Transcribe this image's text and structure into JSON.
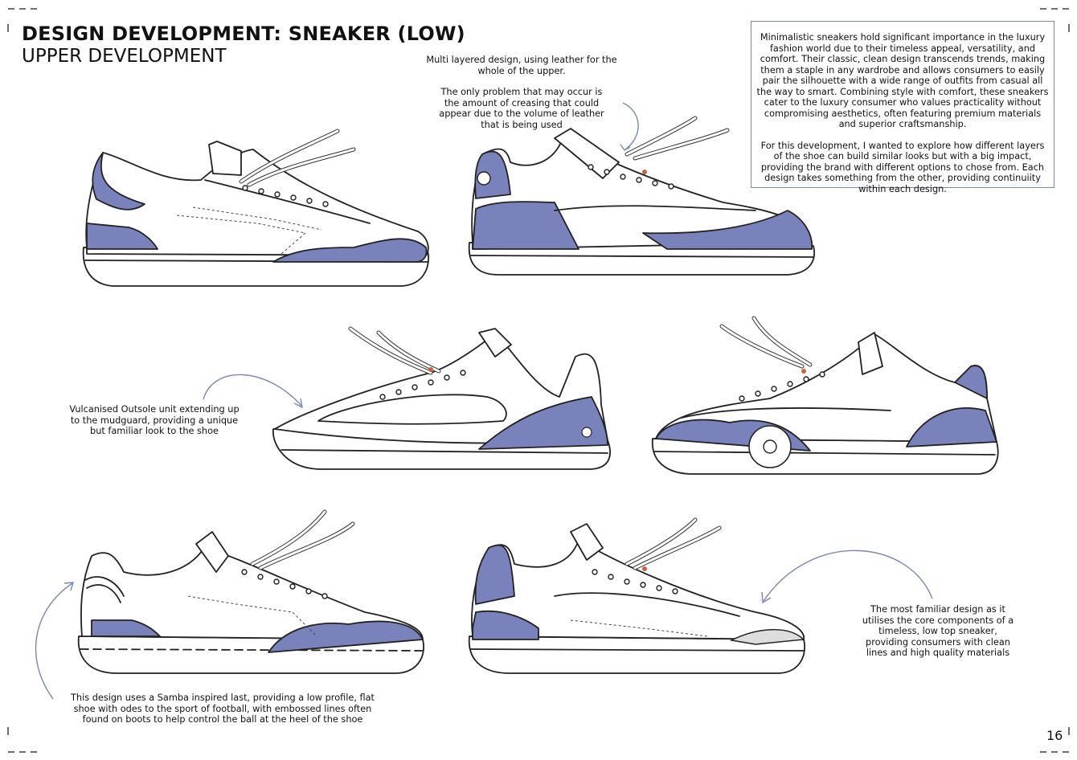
{
  "title": "DESIGN DEVELOPMENT: SNEAKER (LOW)",
  "subtitle": "UPPER DEVELOPMENT",
  "notes": {
    "multi_layer": {
      "line1": "Multi layered design, using leather for the whole of the upper.",
      "line2": "The only problem that may occur is the amount of creasing that could appear due to the volume of leather that is being used"
    },
    "vulcanised": "Vulcanised Outsole unit extending up to the mudguard, providing a unique but familiar look to the shoe",
    "familiar": "The most familiar design as it utilises the core components of a timeless, low top sneaker, providing consumers with clean lines and high quality materials",
    "samba": "This design uses a Samba inspired last, providing a low profile, flat shoe with odes to the sport of football, with embossed lines often found on boots to help control the ball at the heel of the shoe"
  },
  "infobox": {
    "paragraph1": "Minimalistic sneakers hold significant importance in the luxury fashion world due to their timeless appeal, versatility, and comfort. Their classic, clean design transcends trends, making them a staple in any wardrobe and allows consumers to easily pair the silhouette with a wide range of outfits from casual all the way to smart. Combining style with comfort, these sneakers cater to the luxury consumer who values practicality without compromising aesthetics, often featuring premium materials and superior craftsmanship.",
    "paragraph2": "For this development, I wanted to explore how different layers of the shoe can build similar looks but with a big impact, providing the brand with different options to chose from. Each design takes something from the other, providing continuiity within each design."
  },
  "page_number": "16",
  "colors": {
    "accent": "#7a82bb",
    "box_border": "#7a86b8",
    "eyelet_accent": "#c8623a"
  },
  "icons": [
    "sneaker-sketch",
    "curved-arrow"
  ]
}
